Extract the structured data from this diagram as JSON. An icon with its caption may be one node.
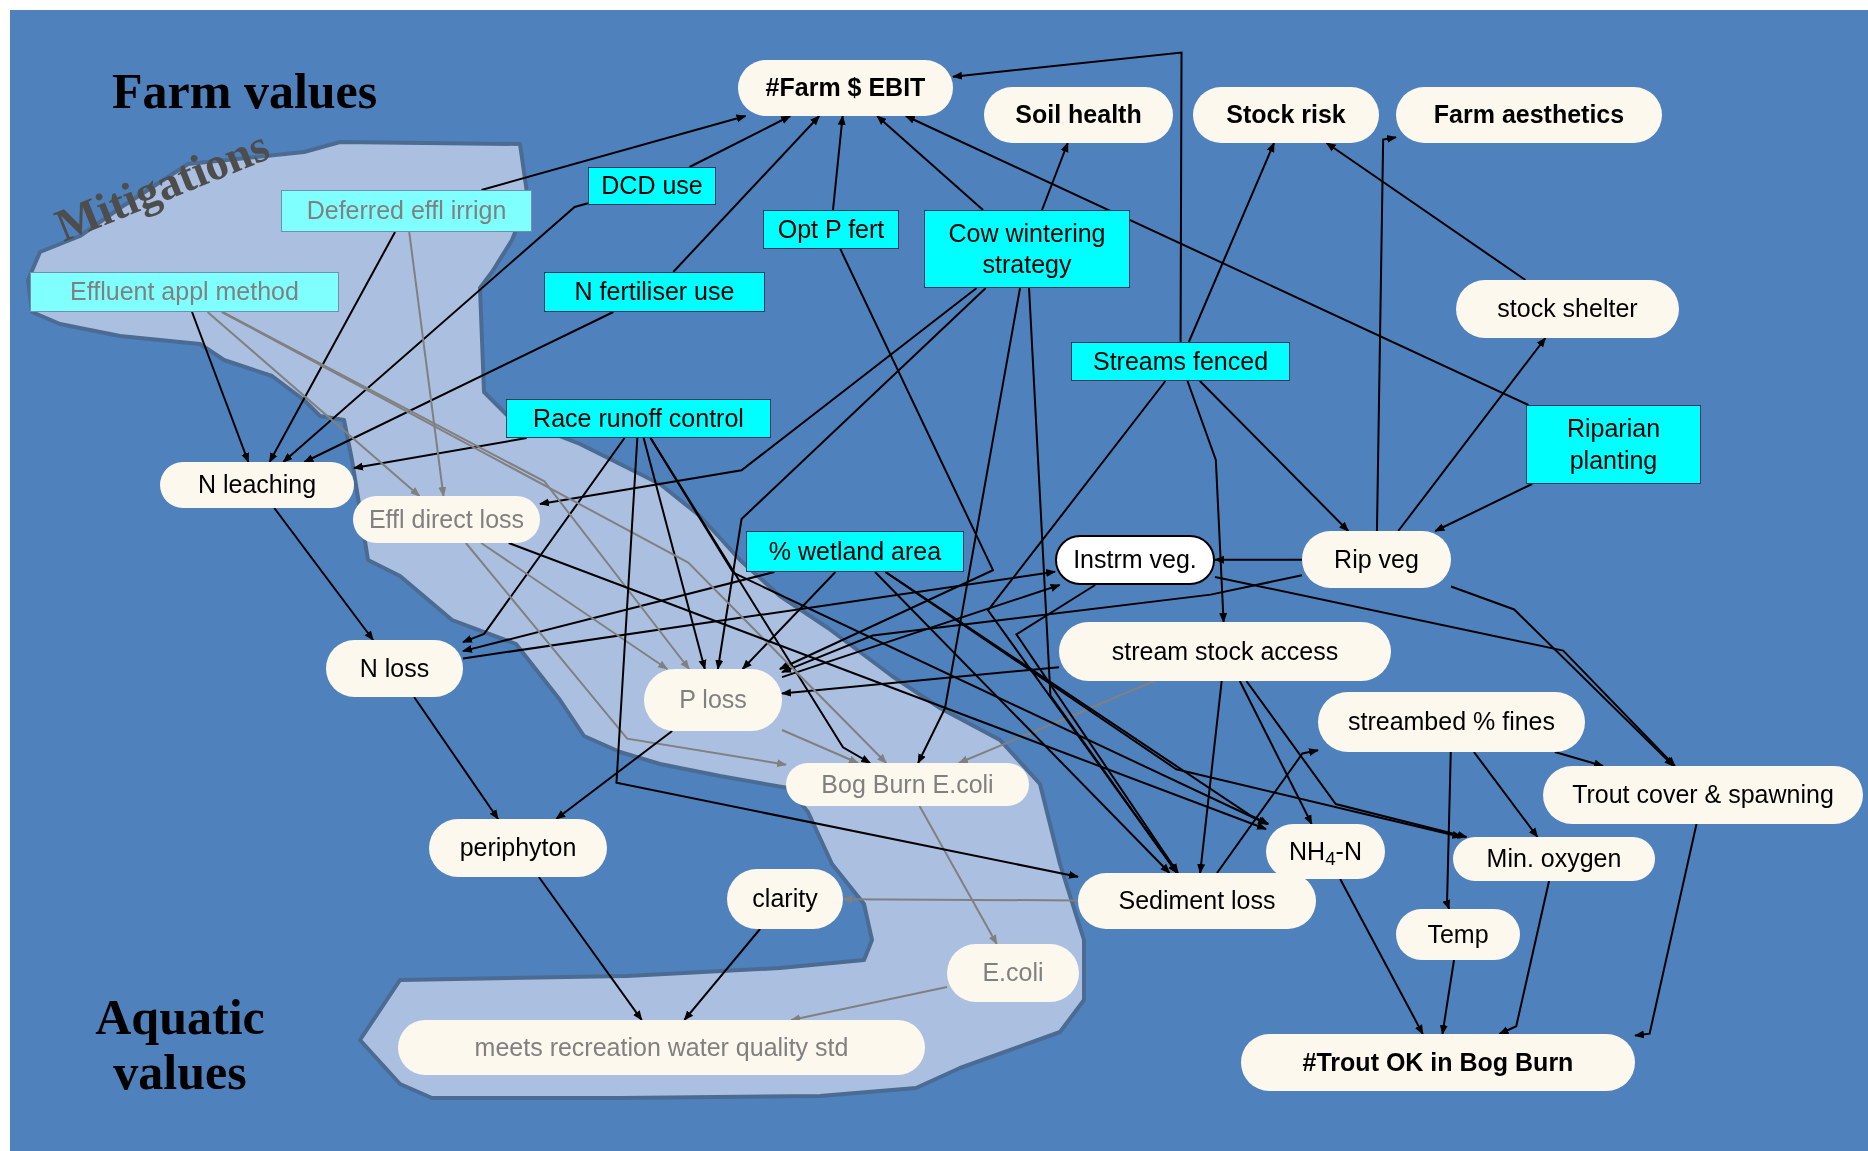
{
  "diagram": {
    "nodes": [
      {
        "text": [
          "#Farm $ EBIT"
        ]
      },
      {
        "text": [
          "Soil health"
        ]
      },
      {
        "text": [
          "Stock risk"
        ]
      },
      {
        "text": [
          "Farm aesthetics"
        ]
      },
      {
        "text": [
          "DCD use"
        ]
      },
      {
        "text": [
          "Deferred effl irrign"
        ]
      },
      {
        "text": [
          "Opt P fert"
        ]
      },
      {
        "text": [
          "Cow wintering strategy"
        ]
      },
      {
        "text": [
          "Effluent appl method"
        ]
      },
      {
        "text": [
          "N fertiliser use"
        ]
      },
      {
        "text": [
          "stock shelter"
        ]
      },
      {
        "text": [
          "Streams fenced"
        ]
      },
      {
        "text": [
          "Race runoff control"
        ]
      },
      {
        "text": [
          "Riparian planting"
        ]
      },
      {
        "text": [
          "N leaching"
        ]
      },
      {
        "text": [
          "Effl direct loss"
        ]
      },
      {
        "text": [
          "% wetland area"
        ]
      },
      {
        "text": [
          "Instrm veg."
        ]
      },
      {
        "text": [
          "Rip veg"
        ]
      },
      {
        "text": [
          "stream stock access"
        ]
      },
      {
        "text": [
          "N loss"
        ]
      },
      {
        "text": [
          "P loss"
        ]
      },
      {
        "text": [
          "streambed % fines"
        ]
      },
      {
        "text": [
          "Bog Burn E.coli"
        ]
      },
      {
        "text": [
          "Trout cover & spawning"
        ]
      },
      {
        "text": [
          "periphyton"
        ]
      },
      {
        "text": [
          "NH$_{4}$-N"
        ]
      },
      {
        "text": [
          "Min. oxygen"
        ]
      },
      {
        "text": [
          "clarity"
        ]
      },
      {
        "text": [
          "Sediment loss"
        ]
      },
      {
        "text": [
          "Temp"
        ]
      },
      {
        "text": [
          "E.coli"
        ]
      },
      {
        "text": [
          "meets recreation water quality std"
        ]
      },
      {
        "text": [
          "#Trout OK in Bog Burn"
        ]
      }
    ],
    "edges": [
      {
        "from": 5,
        "to": 0,
        "arrow": "to"
      },
      {
        "from": 4,
        "to": 0,
        "arrow": "to"
      },
      {
        "from": 9,
        "to": 0,
        "arrow": "to"
      },
      {
        "from": 6,
        "to": 0,
        "arrow": "to"
      },
      {
        "from": 7,
        "to": 0,
        "arrow": "to"
      },
      {
        "from": 11,
        "to": 0,
        "arrow": "to"
      },
      {
        "from": 13,
        "to": 0,
        "arrow": "to"
      },
      {
        "from": 7,
        "to": 1,
        "arrow": "to"
      },
      {
        "from": 11,
        "to": 2,
        "arrow": "to"
      },
      {
        "from": 10,
        "to": 2,
        "arrow": "to"
      },
      {
        "from": 18,
        "to": 3,
        "arrow": "to"
      },
      {
        "from": 18,
        "to": 10,
        "arrow": "to"
      },
      {
        "from": 11,
        "to": 18,
        "arrow": "to"
      },
      {
        "from": 13,
        "to": 18,
        "arrow": "to"
      },
      {
        "from": 18,
        "to": 17,
        "arrow": "to"
      },
      {
        "from": 20,
        "to": 17,
        "arrow": "to"
      },
      {
        "from": 21,
        "to": 17,
        "arrow": "to"
      },
      {
        "from": 11,
        "to": 19,
        "arrow": "to"
      },
      {
        "from": 8,
        "to": 14,
        "arrow": "to"
      },
      {
        "from": 5,
        "to": 14,
        "arrow": "to"
      },
      {
        "from": 9,
        "to": 14,
        "arrow": "to"
      },
      {
        "from": 4,
        "to": 14,
        "arrow": "to"
      },
      {
        "from": 12,
        "to": 14,
        "arrow": "to"
      },
      {
        "from": 8,
        "to": 15,
        "arrow": "to",
        "color": "#808080"
      },
      {
        "from": 5,
        "to": 15,
        "arrow": "to",
        "color": "#808080"
      },
      {
        "from": 7,
        "to": 15,
        "arrow": "to"
      },
      {
        "from": 14,
        "to": 20,
        "arrow": "to"
      },
      {
        "from": 12,
        "to": 20,
        "arrow": "to"
      },
      {
        "from": 16,
        "to": 20,
        "arrow": "to"
      },
      {
        "from": 8,
        "to": 21,
        "arrow": "to",
        "color": "#808080"
      },
      {
        "from": 12,
        "to": 21,
        "arrow": "to"
      },
      {
        "from": 6,
        "to": 21,
        "arrow": "to"
      },
      {
        "from": 16,
        "to": 21,
        "arrow": "to"
      },
      {
        "from": 15,
        "to": 21,
        "arrow": "to",
        "color": "#808080"
      },
      {
        "from": 19,
        "to": 21,
        "arrow": "to"
      },
      {
        "from": 18,
        "to": 21,
        "arrow": "to"
      },
      {
        "from": 7,
        "to": 21,
        "arrow": "to"
      },
      {
        "from": 21,
        "to": 23,
        "arrow": "to",
        "color": "#808080"
      },
      {
        "from": 15,
        "to": 23,
        "arrow": "to",
        "color": "#808080"
      },
      {
        "from": 12,
        "to": 23,
        "arrow": "to"
      },
      {
        "from": 7,
        "to": 23,
        "arrow": "to"
      },
      {
        "from": 19,
        "to": 23,
        "arrow": "to",
        "color": "#808080"
      },
      {
        "from": 8,
        "to": 23,
        "arrow": "to",
        "color": "#808080"
      },
      {
        "from": 20,
        "to": 25,
        "arrow": "to"
      },
      {
        "from": 21,
        "to": 25,
        "arrow": "to"
      },
      {
        "from": 25,
        "to": 32,
        "arrow": "to"
      },
      {
        "from": 28,
        "to": 32,
        "arrow": "to"
      },
      {
        "from": 31,
        "to": 32,
        "arrow": "to",
        "color": "#808080"
      },
      {
        "from": 23,
        "to": 31,
        "arrow": "to",
        "color": "#808080"
      },
      {
        "from": 29,
        "to": 28,
        "arrow": "to",
        "color": "#808080"
      },
      {
        "from": 12,
        "to": 29,
        "arrow": "to"
      },
      {
        "from": 7,
        "to": 29,
        "arrow": "to"
      },
      {
        "from": 11,
        "to": 29,
        "arrow": "to"
      },
      {
        "from": 19,
        "to": 29,
        "arrow": "to"
      },
      {
        "from": 16,
        "to": 29,
        "arrow": "to"
      },
      {
        "from": 17,
        "to": 29,
        "arrow": "to"
      },
      {
        "from": 12,
        "to": 26,
        "arrow": "to"
      },
      {
        "from": 16,
        "to": 26,
        "arrow": "to"
      },
      {
        "from": 19,
        "to": 26,
        "arrow": "to"
      },
      {
        "from": 15,
        "to": 26,
        "arrow": "to"
      },
      {
        "from": 29,
        "to": 22,
        "arrow": "to"
      },
      {
        "from": 22,
        "to": 30,
        "arrow": "to"
      },
      {
        "from": 22,
        "to": 27,
        "arrow": "to"
      },
      {
        "from": 16,
        "to": 27,
        "arrow": "to"
      },
      {
        "from": 19,
        "to": 27,
        "arrow": "to"
      },
      {
        "from": 18,
        "to": 24,
        "arrow": "to"
      },
      {
        "from": 22,
        "to": 24,
        "arrow": "to"
      },
      {
        "from": 17,
        "to": 24,
        "arrow": "to"
      },
      {
        "from": 26,
        "to": 33,
        "arrow": "to"
      },
      {
        "from": 30,
        "to": 33,
        "arrow": "to"
      },
      {
        "from": 27,
        "to": 33,
        "arrow": "to"
      },
      {
        "from": 24,
        "to": 33,
        "arrow": "to"
      }
    ],
    "labels": [
      "Farm values",
      "Mitigations",
      "Aquatic values"
    ]
  }
}
